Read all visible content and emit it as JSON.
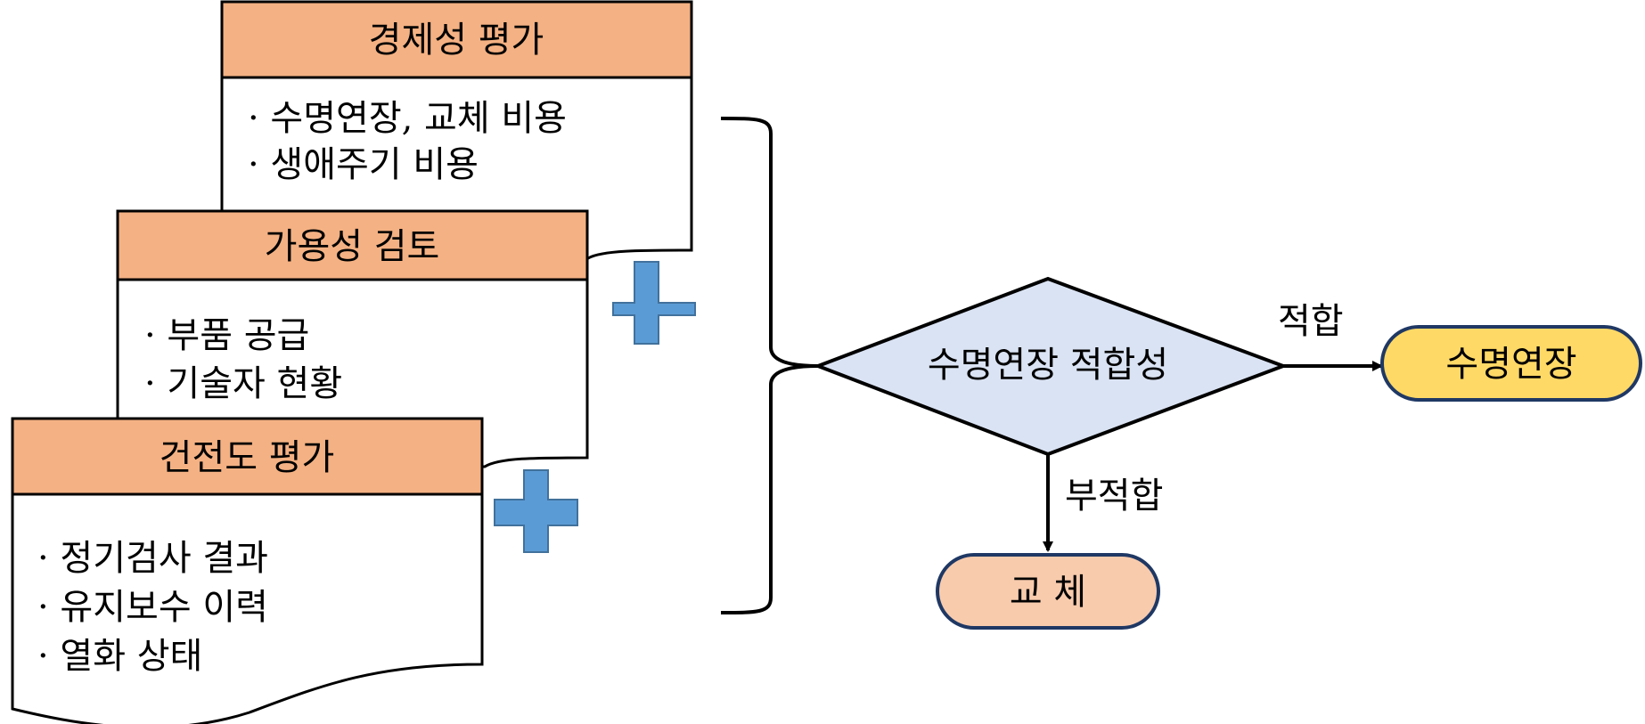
{
  "colors": {
    "header_fill": "#F4B183",
    "decision_fill": "#DAE3F3",
    "plus_fill": "#5B9BD5",
    "extend_fill": "#FFD966",
    "replace_fill": "#F8CBAD",
    "terminal_stroke": "#1F3864",
    "line": "#000000"
  },
  "cards": {
    "economic": {
      "title": "경제성 평가",
      "items": [
        "· 수명연장, 교체 비용",
        "· 생애주기 비용"
      ]
    },
    "availability": {
      "title": "가용성 검토",
      "items": [
        "· 부품 공급",
        "· 기술자 현황"
      ]
    },
    "soundness": {
      "title": "건전도 평가",
      "items": [
        "· 정기검사 결과",
        "· 유지보수 이력",
        "· 열화 상태"
      ]
    }
  },
  "decision": {
    "label": "수명연장 적합성",
    "yes_label": "적합",
    "no_label": "부적합"
  },
  "outcomes": {
    "extend": "수명연장",
    "replace": "교 체"
  },
  "icons": {
    "plus_1": "plus-icon",
    "plus_2": "plus-icon",
    "brace": "right-curly-brace"
  }
}
